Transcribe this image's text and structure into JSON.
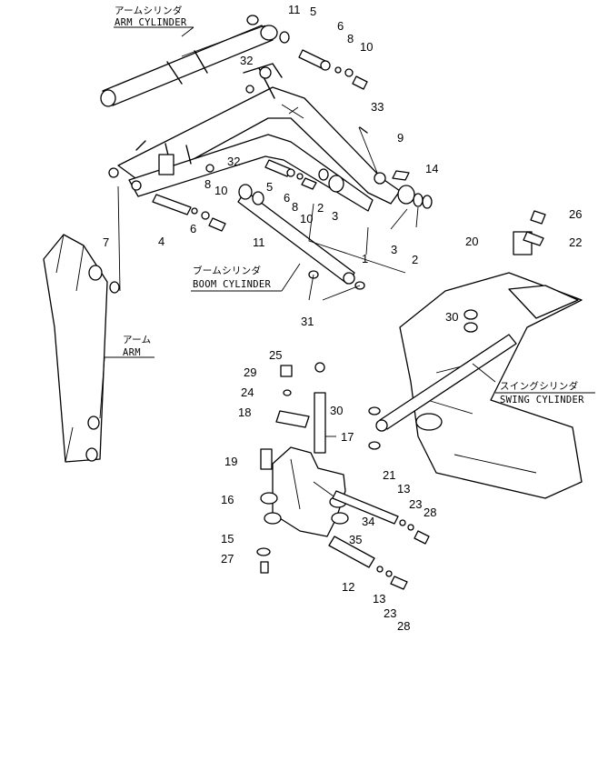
{
  "labels": {
    "arm_cylinder_jp": "アームシリンダ",
    "arm_cylinder_en": "ARM CYLINDER",
    "boom_cylinder_jp": "ブームシリンダ",
    "boom_cylinder_en": "BOOM CYLINDER",
    "arm_jp": "アーム",
    "arm_en": "ARM",
    "swing_cylinder_jp": "スイングシリンダ",
    "swing_cylinder_en": "SWING CYLINDER"
  },
  "callouts": [
    {
      "id": "c11a",
      "text": "11"
    },
    {
      "id": "c5a",
      "text": "5"
    },
    {
      "id": "c6a",
      "text": "6"
    },
    {
      "id": "c8a",
      "text": "8"
    },
    {
      "id": "c10a",
      "text": "10"
    },
    {
      "id": "c32a",
      "text": "32"
    },
    {
      "id": "c33",
      "text": "33"
    },
    {
      "id": "c9",
      "text": "9"
    },
    {
      "id": "c14",
      "text": "14"
    },
    {
      "id": "c32b",
      "text": "32"
    },
    {
      "id": "c8b",
      "text": "8"
    },
    {
      "id": "c10b",
      "text": "10"
    },
    {
      "id": "c5b",
      "text": "5"
    },
    {
      "id": "c6b",
      "text": "6"
    },
    {
      "id": "c8c",
      "text": "8"
    },
    {
      "id": "c2a",
      "text": "2"
    },
    {
      "id": "c10c",
      "text": "10"
    },
    {
      "id": "c3a",
      "text": "3"
    },
    {
      "id": "c4",
      "text": "4"
    },
    {
      "id": "c6c",
      "text": "6"
    },
    {
      "id": "c11b",
      "text": "11"
    },
    {
      "id": "c7",
      "text": "7"
    },
    {
      "id": "c1",
      "text": "1"
    },
    {
      "id": "c3b",
      "text": "3"
    },
    {
      "id": "c2b",
      "text": "2"
    },
    {
      "id": "c26",
      "text": "26"
    },
    {
      "id": "c20",
      "text": "20"
    },
    {
      "id": "c22",
      "text": "22"
    },
    {
      "id": "c31",
      "text": "31"
    },
    {
      "id": "c30a",
      "text": "30"
    },
    {
      "id": "c25",
      "text": "25"
    },
    {
      "id": "c29",
      "text": "29"
    },
    {
      "id": "c24",
      "text": "24"
    },
    {
      "id": "c30b",
      "text": "30"
    },
    {
      "id": "c18",
      "text": "18"
    },
    {
      "id": "c17",
      "text": "17"
    },
    {
      "id": "c19",
      "text": "19"
    },
    {
      "id": "c21",
      "text": "21"
    },
    {
      "id": "c13a",
      "text": "13"
    },
    {
      "id": "c23a",
      "text": "23"
    },
    {
      "id": "c28a",
      "text": "28"
    },
    {
      "id": "c16",
      "text": "16"
    },
    {
      "id": "c34",
      "text": "34"
    },
    {
      "id": "c35",
      "text": "35"
    },
    {
      "id": "c15",
      "text": "15"
    },
    {
      "id": "c27",
      "text": "27"
    },
    {
      "id": "c12",
      "text": "12"
    },
    {
      "id": "c13b",
      "text": "13"
    },
    {
      "id": "c23b",
      "text": "23"
    },
    {
      "id": "c28b",
      "text": "28"
    }
  ]
}
